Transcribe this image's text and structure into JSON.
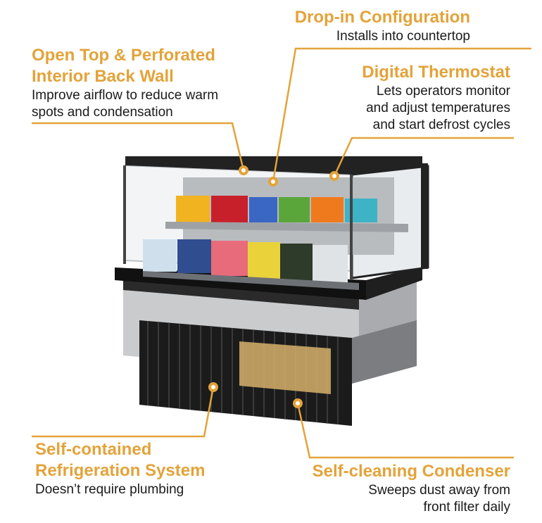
{
  "colors": {
    "accent": "#e3a33a",
    "text": "#1a1a1a"
  },
  "callouts": {
    "drop_in": {
      "title": "Drop-in Configuration",
      "desc": "Installs into countertop"
    },
    "open_top": {
      "title": "Open Top & Perforated\nInterior Back Wall",
      "desc": "Improve airflow to reduce warm\nspots and condensation"
    },
    "thermostat": {
      "title": "Digital Thermostat",
      "desc": "Lets operators monitor\nand adjust temperatures\nand start defrost cycles"
    },
    "refrigeration": {
      "title": "Self-contained\nRefrigeration System",
      "desc": "Doesn’t require plumbing"
    },
    "condenser": {
      "title": "Self-cleaning Condenser",
      "desc": "Sweeps dust away from\nfront filter daily"
    }
  }
}
